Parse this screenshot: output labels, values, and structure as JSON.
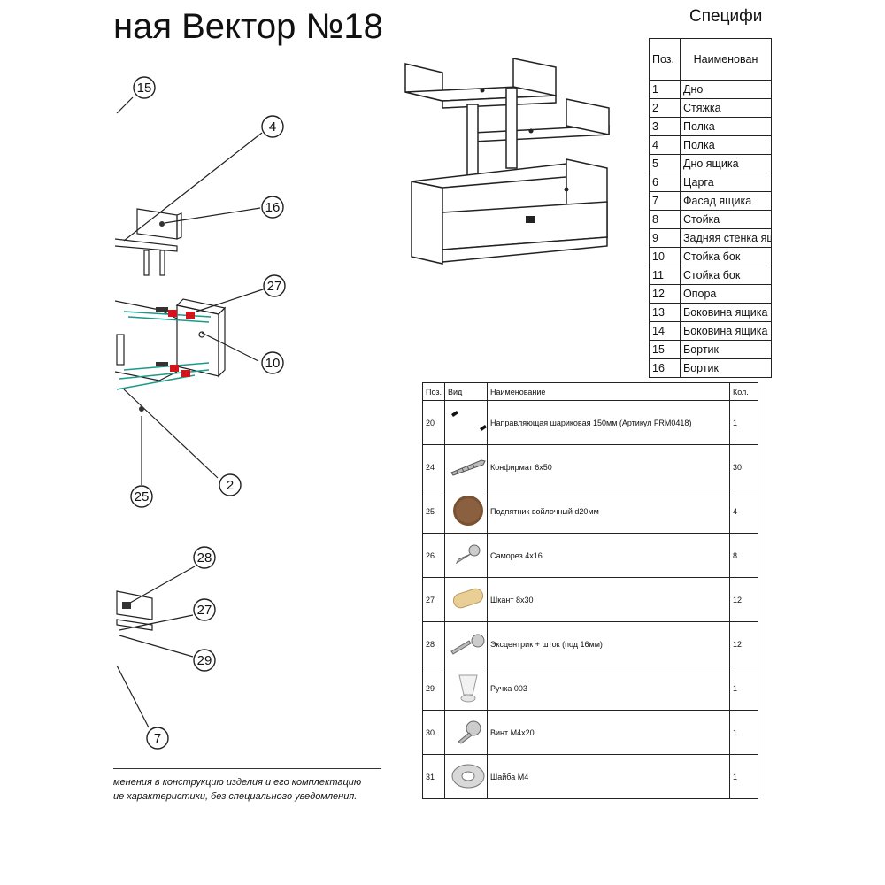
{
  "header": {
    "title": "ная Вектор №18",
    "spec_title": "Специфи"
  },
  "callouts": [
    "15",
    "4",
    "16",
    "27",
    "10",
    "2",
    "25",
    "28",
    "27",
    "29",
    "7"
  ],
  "panels_table": {
    "headers": [
      "Поз.",
      "Наименован"
    ],
    "rows": [
      {
        "pos": "1",
        "name": "Дно"
      },
      {
        "pos": "2",
        "name": "Стяжка"
      },
      {
        "pos": "3",
        "name": "Полка"
      },
      {
        "pos": "4",
        "name": "Полка"
      },
      {
        "pos": "5",
        "name": "Дно ящика"
      },
      {
        "pos": "6",
        "name": "Царга"
      },
      {
        "pos": "7",
        "name": "Фасад ящика"
      },
      {
        "pos": "8",
        "name": "Стойка"
      },
      {
        "pos": "9",
        "name": "Задняя стенка ящ"
      },
      {
        "pos": "10",
        "name": "Стойка бок"
      },
      {
        "pos": "11",
        "name": "Стойка бок"
      },
      {
        "pos": "12",
        "name": "Опора"
      },
      {
        "pos": "13",
        "name": "Боковина ящика"
      },
      {
        "pos": "14",
        "name": "Боковина ящика"
      },
      {
        "pos": "15",
        "name": "Бортик"
      },
      {
        "pos": "16",
        "name": "Бортик"
      }
    ]
  },
  "hardware_table": {
    "headers": [
      "Поз.",
      "Вид",
      "Наименование",
      "Кол."
    ],
    "rows": [
      {
        "pos": "20",
        "icon": "slide-rail-icon",
        "name": "Направляющая шариковая 150мм (Артикул FRM0418)",
        "qty": "1"
      },
      {
        "pos": "24",
        "icon": "confirmat-screw-icon",
        "name": "Конфирмат 6x50",
        "qty": "30"
      },
      {
        "pos": "25",
        "icon": "felt-pad-icon",
        "name": "Подпятник войлочный d20мм",
        "qty": "4"
      },
      {
        "pos": "26",
        "icon": "self-tapping-screw-icon",
        "name": "Саморез 4x16",
        "qty": "8"
      },
      {
        "pos": "27",
        "icon": "dowel-icon",
        "name": "Шкант 8x30",
        "qty": "12"
      },
      {
        "pos": "28",
        "icon": "cam-fitting-icon",
        "name": "Эксцентрик + шток (под 16мм)",
        "qty": "12"
      },
      {
        "pos": "29",
        "icon": "knob-handle-icon",
        "name": "Ручка 003",
        "qty": "1"
      },
      {
        "pos": "30",
        "icon": "bolt-icon",
        "name": "Винт М4x20",
        "qty": "1"
      },
      {
        "pos": "31",
        "icon": "washer-icon",
        "name": "Шайба М4",
        "qty": "1"
      }
    ]
  },
  "note": {
    "line1": "менения в конструкцию изделия и его комплектацию",
    "line2": "ие характеристики, без специального уведомления."
  }
}
